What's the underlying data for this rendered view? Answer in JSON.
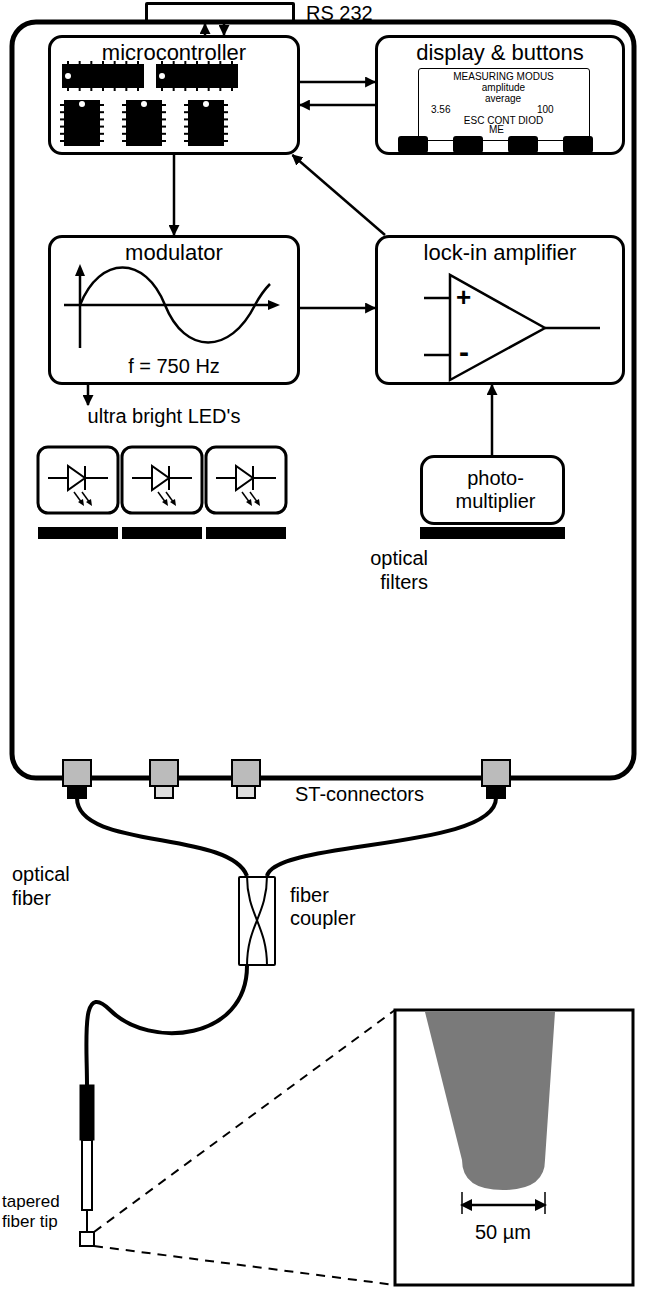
{
  "diagram": {
    "nodes": [
      {
        "text": [
          "RS 232"
        ]
      },
      {
        "text": [
          "microcontroller"
        ]
      },
      {
        "text": [
          "display & buttons"
        ]
      },
      {
        "text": [
          "MEASURING MODUS",
          "amplitude",
          "average",
          "3.56",
          "100",
          "ESC CONT DIOD",
          "ME"
        ],
        "in": 2
      },
      {
        "text": [
          "modulator",
          "f = 750 Hz"
        ]
      },
      {
        "text": [
          "lock-in amplifier"
        ]
      },
      {
        "text": [
          "ultra bright LED's"
        ]
      },
      {
        "text": [
          "photo-multiplier"
        ]
      },
      {
        "text": [
          "fiber coupler"
        ]
      }
    ],
    "edges": [
      {
        "from": 1,
        "to": 0,
        "arrow": "to"
      },
      {
        "from": 0,
        "to": 1,
        "arrow": "to"
      },
      {
        "from": 1,
        "to": 2,
        "arrow": "to"
      },
      {
        "from": 2,
        "to": 1,
        "arrow": "to"
      },
      {
        "from": 1,
        "to": 4,
        "arrow": "to"
      },
      {
        "from": 4,
        "to": 5,
        "arrow": "to"
      },
      {
        "from": 4,
        "to": 6,
        "arrow": "to"
      },
      {
        "from": 7,
        "to": 5,
        "arrow": "to"
      },
      {
        "from": 5,
        "to": 1,
        "arrow": "to"
      }
    ],
    "labels": [
      "+",
      "-",
      "optical filters",
      "ST-connectors",
      "optical fiber",
      "tapered fiber tip",
      "50 µm"
    ]
  }
}
